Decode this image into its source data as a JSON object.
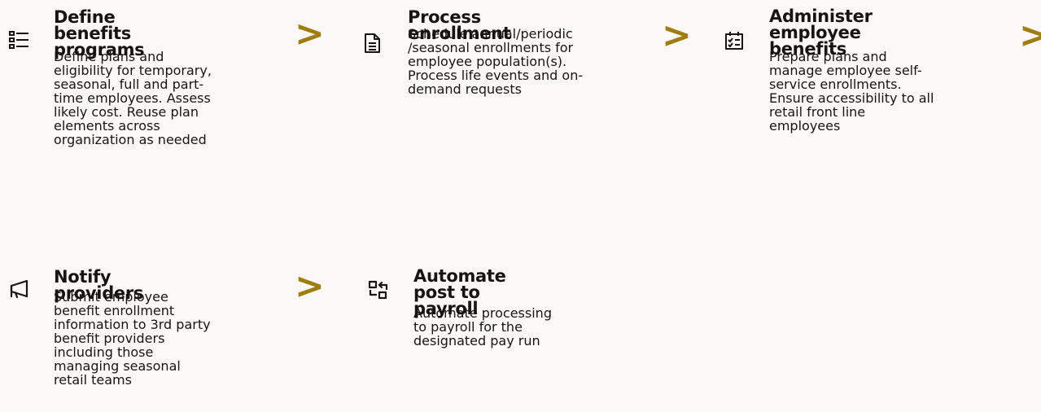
{
  "steps": [
    {
      "icon": "list-icon",
      "title_lines": [
        "Define benefits",
        "programs"
      ],
      "desc_lines": [
        "Define plans and",
        "eligibility for temporary,",
        "seasonal, full and part-",
        "time employees. Assess",
        "likely cost. Reuse plan",
        "elements across",
        "organization as needed"
      ]
    },
    {
      "icon": "document-icon",
      "title_lines": [
        "Process enrollment"
      ],
      "desc_lines": [
        "Schedule annual/periodic",
        "/seasonal enrollments for",
        "employee population(s).",
        "Process life events and on-",
        "demand requests"
      ]
    },
    {
      "icon": "checklist-calendar-icon",
      "title_lines": [
        "Administer",
        "employee benefits"
      ],
      "desc_lines": [
        "Prepare plans and",
        "manage employee self-",
        "service enrollments.",
        "Ensure accessibility to all",
        "retail front line",
        "employees"
      ]
    },
    {
      "icon": "megaphone-icon",
      "title_lines": [
        "Notify providers"
      ],
      "desc_lines": [
        "Submit employee",
        "benefit enrollment",
        "information to 3rd party",
        "benefit providers",
        "including those",
        "managing seasonal",
        "retail teams"
      ]
    },
    {
      "icon": "transfer-icon",
      "title_lines": [
        "Automate post to",
        "payroll"
      ],
      "desc_lines": [
        "Automate processing",
        "to payroll for the",
        "designated pay run"
      ]
    }
  ],
  "arrow_glyph": ">",
  "colors": {
    "accent": "#a07d12",
    "text": "#161513",
    "background": "#fbf9f8"
  }
}
